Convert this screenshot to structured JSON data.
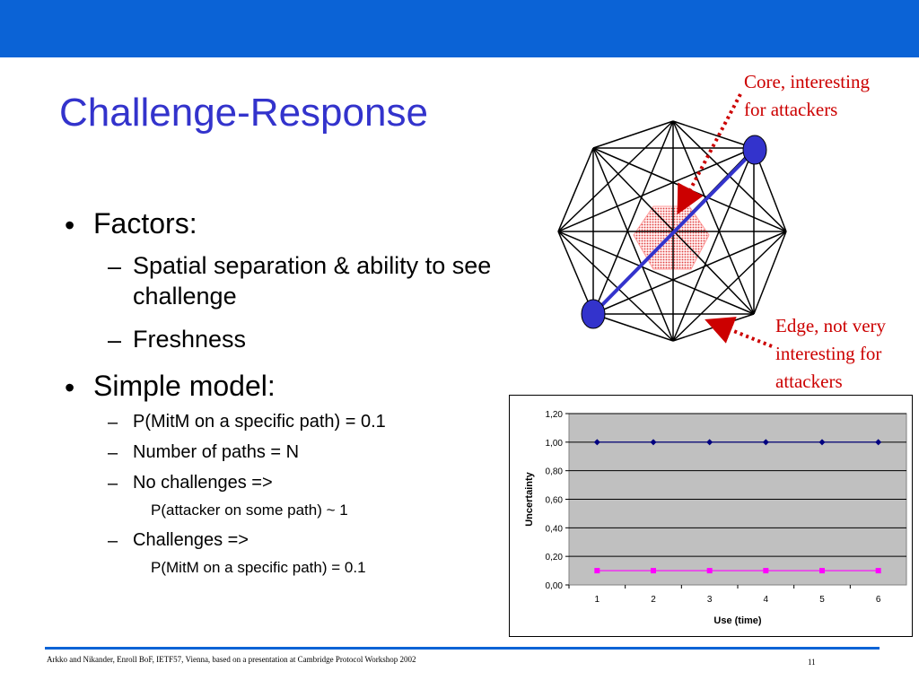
{
  "slide": {
    "title": "Challenge-Response",
    "bullets": {
      "factors": "Factors:",
      "spatial": "Spatial separation & ability to see challenge",
      "freshness": "Freshness",
      "simple_model": "Simple model:",
      "p_mitm": "P(MitM on a specific path) = 0.1",
      "num_paths": "Number of paths = N",
      "no_challenges": "No challenges  =>",
      "p_attacker": "P(attacker on some path) ~ 1",
      "challenges": "Challenges =>",
      "p_mitm2": "P(MitM on a specific path) = 0.1"
    },
    "marks": {
      "bullet": "•",
      "dash": "–"
    },
    "callouts": {
      "core": [
        "Core, interesting",
        "for attackers"
      ],
      "edge": [
        "Edge, not very",
        "interesting for",
        "attackers"
      ]
    },
    "footer": "Arkko and Nikander, Enroll BoF, IETF57, Vienna, based on a presentation at Cambridge Protocol Workshop 2002",
    "page_number": "11",
    "colors": {
      "band": "#0b63d6",
      "title": "#3333cc",
      "callout": "#cc0000",
      "node": "#3333cc",
      "core_fill": "#ff9999"
    }
  },
  "chart_data": {
    "type": "line",
    "x": [
      1,
      2,
      3,
      4,
      5,
      6
    ],
    "categories": [
      "1",
      "2",
      "3",
      "4",
      "5",
      "6"
    ],
    "series": [
      {
        "values": [
          1.0,
          1.0,
          1.0,
          1.0,
          1.0,
          1.0
        ],
        "color": "#000080",
        "marker": "diamond"
      },
      {
        "values": [
          0.1,
          0.1,
          0.1,
          0.1,
          0.1,
          0.1
        ],
        "color": "#ff00ff",
        "marker": "square"
      }
    ],
    "xlabel": "Use (time)",
    "ylabel": "Uncertainty",
    "ylim": [
      0,
      1.2
    ],
    "yticks": [
      "0,00",
      "0,20",
      "0,40",
      "0,60",
      "0,80",
      "1,00",
      "1,20"
    ],
    "plot_background": "#c0c0c0",
    "grid": true
  }
}
